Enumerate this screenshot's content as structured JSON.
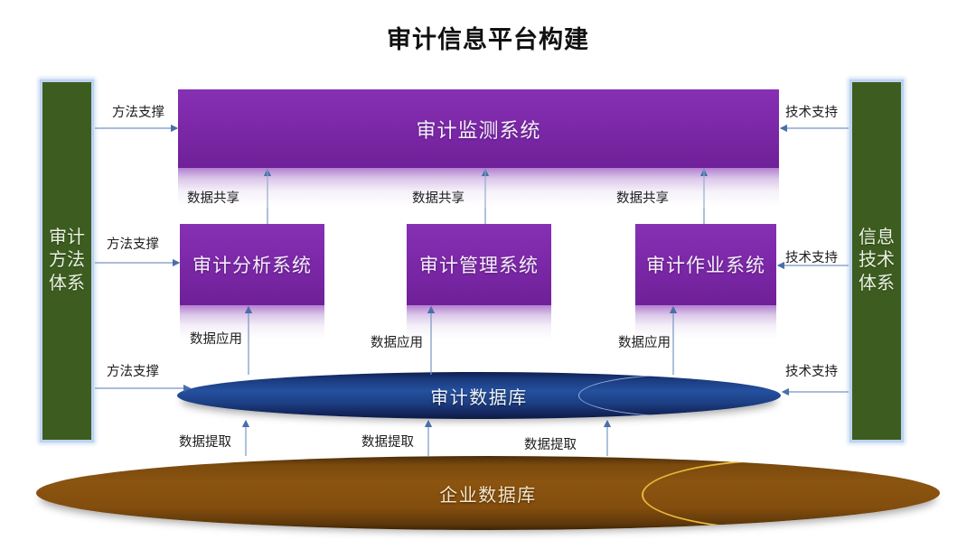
{
  "title": "审计信息平台构建",
  "pillars": {
    "left": {
      "label": "审计方法体系"
    },
    "right": {
      "label": "信息技术体系"
    }
  },
  "boxes": {
    "monitor": {
      "label": "审计监测系统"
    },
    "analysis": {
      "label": "审计分析系统"
    },
    "management": {
      "label": "审计管理系统"
    },
    "operation": {
      "label": "审计作业系统"
    }
  },
  "cylinders": {
    "audit_db": {
      "label": "审计数据库"
    },
    "enterprise_db": {
      "label": "企业数据库"
    }
  },
  "connectors": {
    "method_support": [
      "方法支撑",
      "方法支撑",
      "方法支撑"
    ],
    "tech_support": [
      "技术支持",
      "技术支持",
      "技术支持"
    ],
    "data_share": [
      "数据共享",
      "数据共享",
      "数据共享"
    ],
    "data_application": [
      "数据应用",
      "数据应用",
      "数据应用"
    ],
    "data_extraction": [
      "数据提取",
      "数据提取",
      "数据提取"
    ]
  },
  "colors": {
    "pillar_green": "#3d5c1f",
    "box_purple": "#7f2cae",
    "cylinder_blue": "#24509f",
    "cylinder_brown": "#8b5410",
    "arrow_blue": "#5b7fb8",
    "cap_gold": "#e8b83a",
    "background": "#ffffff"
  }
}
